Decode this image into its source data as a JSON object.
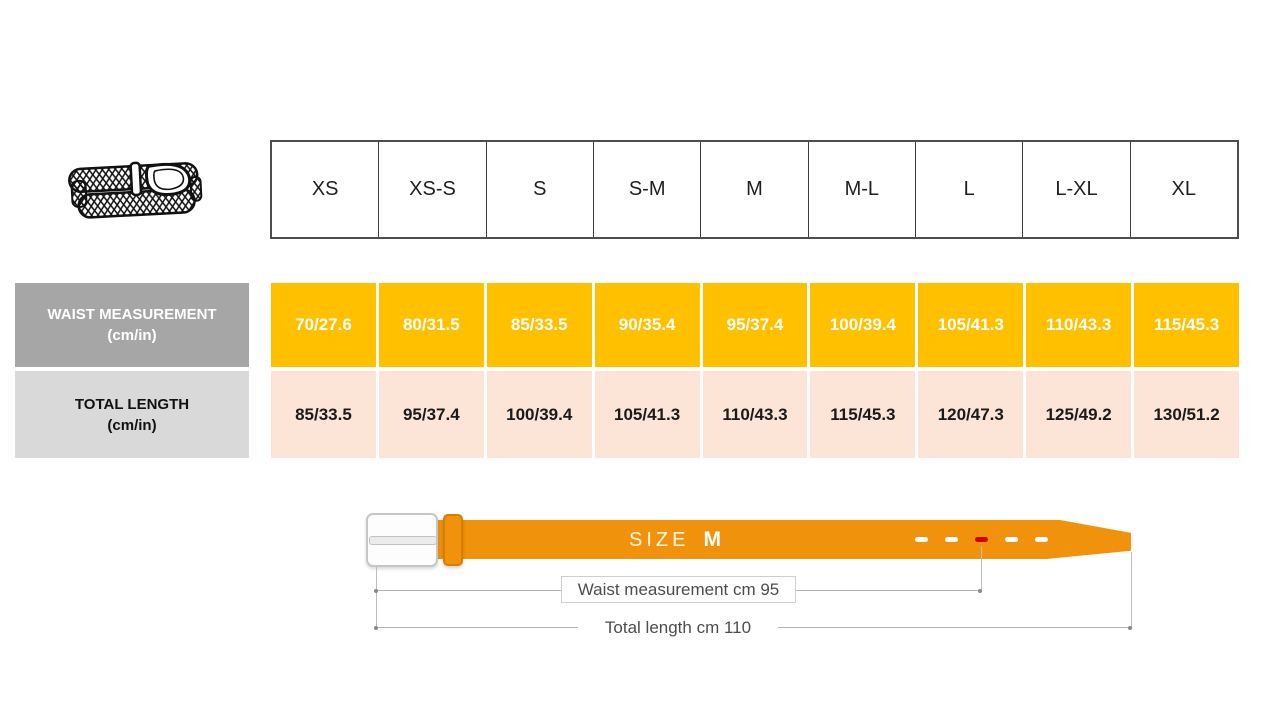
{
  "table": {
    "size_headers": [
      "XS",
      "XS-S",
      "S",
      "S-M",
      "M",
      "M-L",
      "L",
      "L-XL",
      "XL"
    ],
    "waist_row": {
      "label": [
        "WAIST MEASUREMENT",
        "(cm/in)"
      ],
      "values": [
        "70/27.6",
        "80/31.5",
        "85/33.5",
        "90/35.4",
        "95/37.4",
        "100/39.4",
        "105/41.3",
        "110/43.3",
        "115/45.3"
      ]
    },
    "length_row": {
      "label": [
        "TOTAL LENGTH",
        "(cm/in)"
      ],
      "values": [
        "85/33.5",
        "95/37.4",
        "100/39.4",
        "105/41.3",
        "110/43.3",
        "115/45.3",
        "120/47.3",
        "125/49.2",
        "130/51.2"
      ]
    }
  },
  "diagram": {
    "size_word": "SIZE",
    "size_value": "M",
    "holes": [
      "white",
      "white",
      "red",
      "white",
      "white"
    ],
    "waist_annotation": "Waist measurement cm 95",
    "length_annotation": "Total length cm 110"
  },
  "colors": {
    "waist_cell_bg": "#FFC000",
    "length_cell_bg": "#FCE4D6",
    "waist_label_bg": "#A6A6A6",
    "length_label_bg": "#D9D9D9",
    "belt_orange": "#F0920B",
    "hole_red": "#D40000"
  },
  "chart_data": {
    "type": "table",
    "columns": [
      "XS",
      "XS-S",
      "S",
      "S-M",
      "M",
      "M-L",
      "L",
      "L-XL",
      "XL"
    ],
    "rows": [
      {
        "label": "WAIST MEASUREMENT (cm/in)",
        "values": [
          "70/27.6",
          "80/31.5",
          "85/33.5",
          "90/35.4",
          "95/37.4",
          "100/39.4",
          "105/41.3",
          "110/43.3",
          "115/45.3"
        ]
      },
      {
        "label": "TOTAL LENGTH (cm/in)",
        "values": [
          "85/33.5",
          "95/37.4",
          "100/39.4",
          "105/41.3",
          "110/43.3",
          "115/45.3",
          "120/47.3",
          "125/49.2",
          "130/51.2"
        ]
      }
    ],
    "annotations": [
      "SIZE M",
      "Waist measurement cm 95",
      "Total length cm 110"
    ]
  }
}
